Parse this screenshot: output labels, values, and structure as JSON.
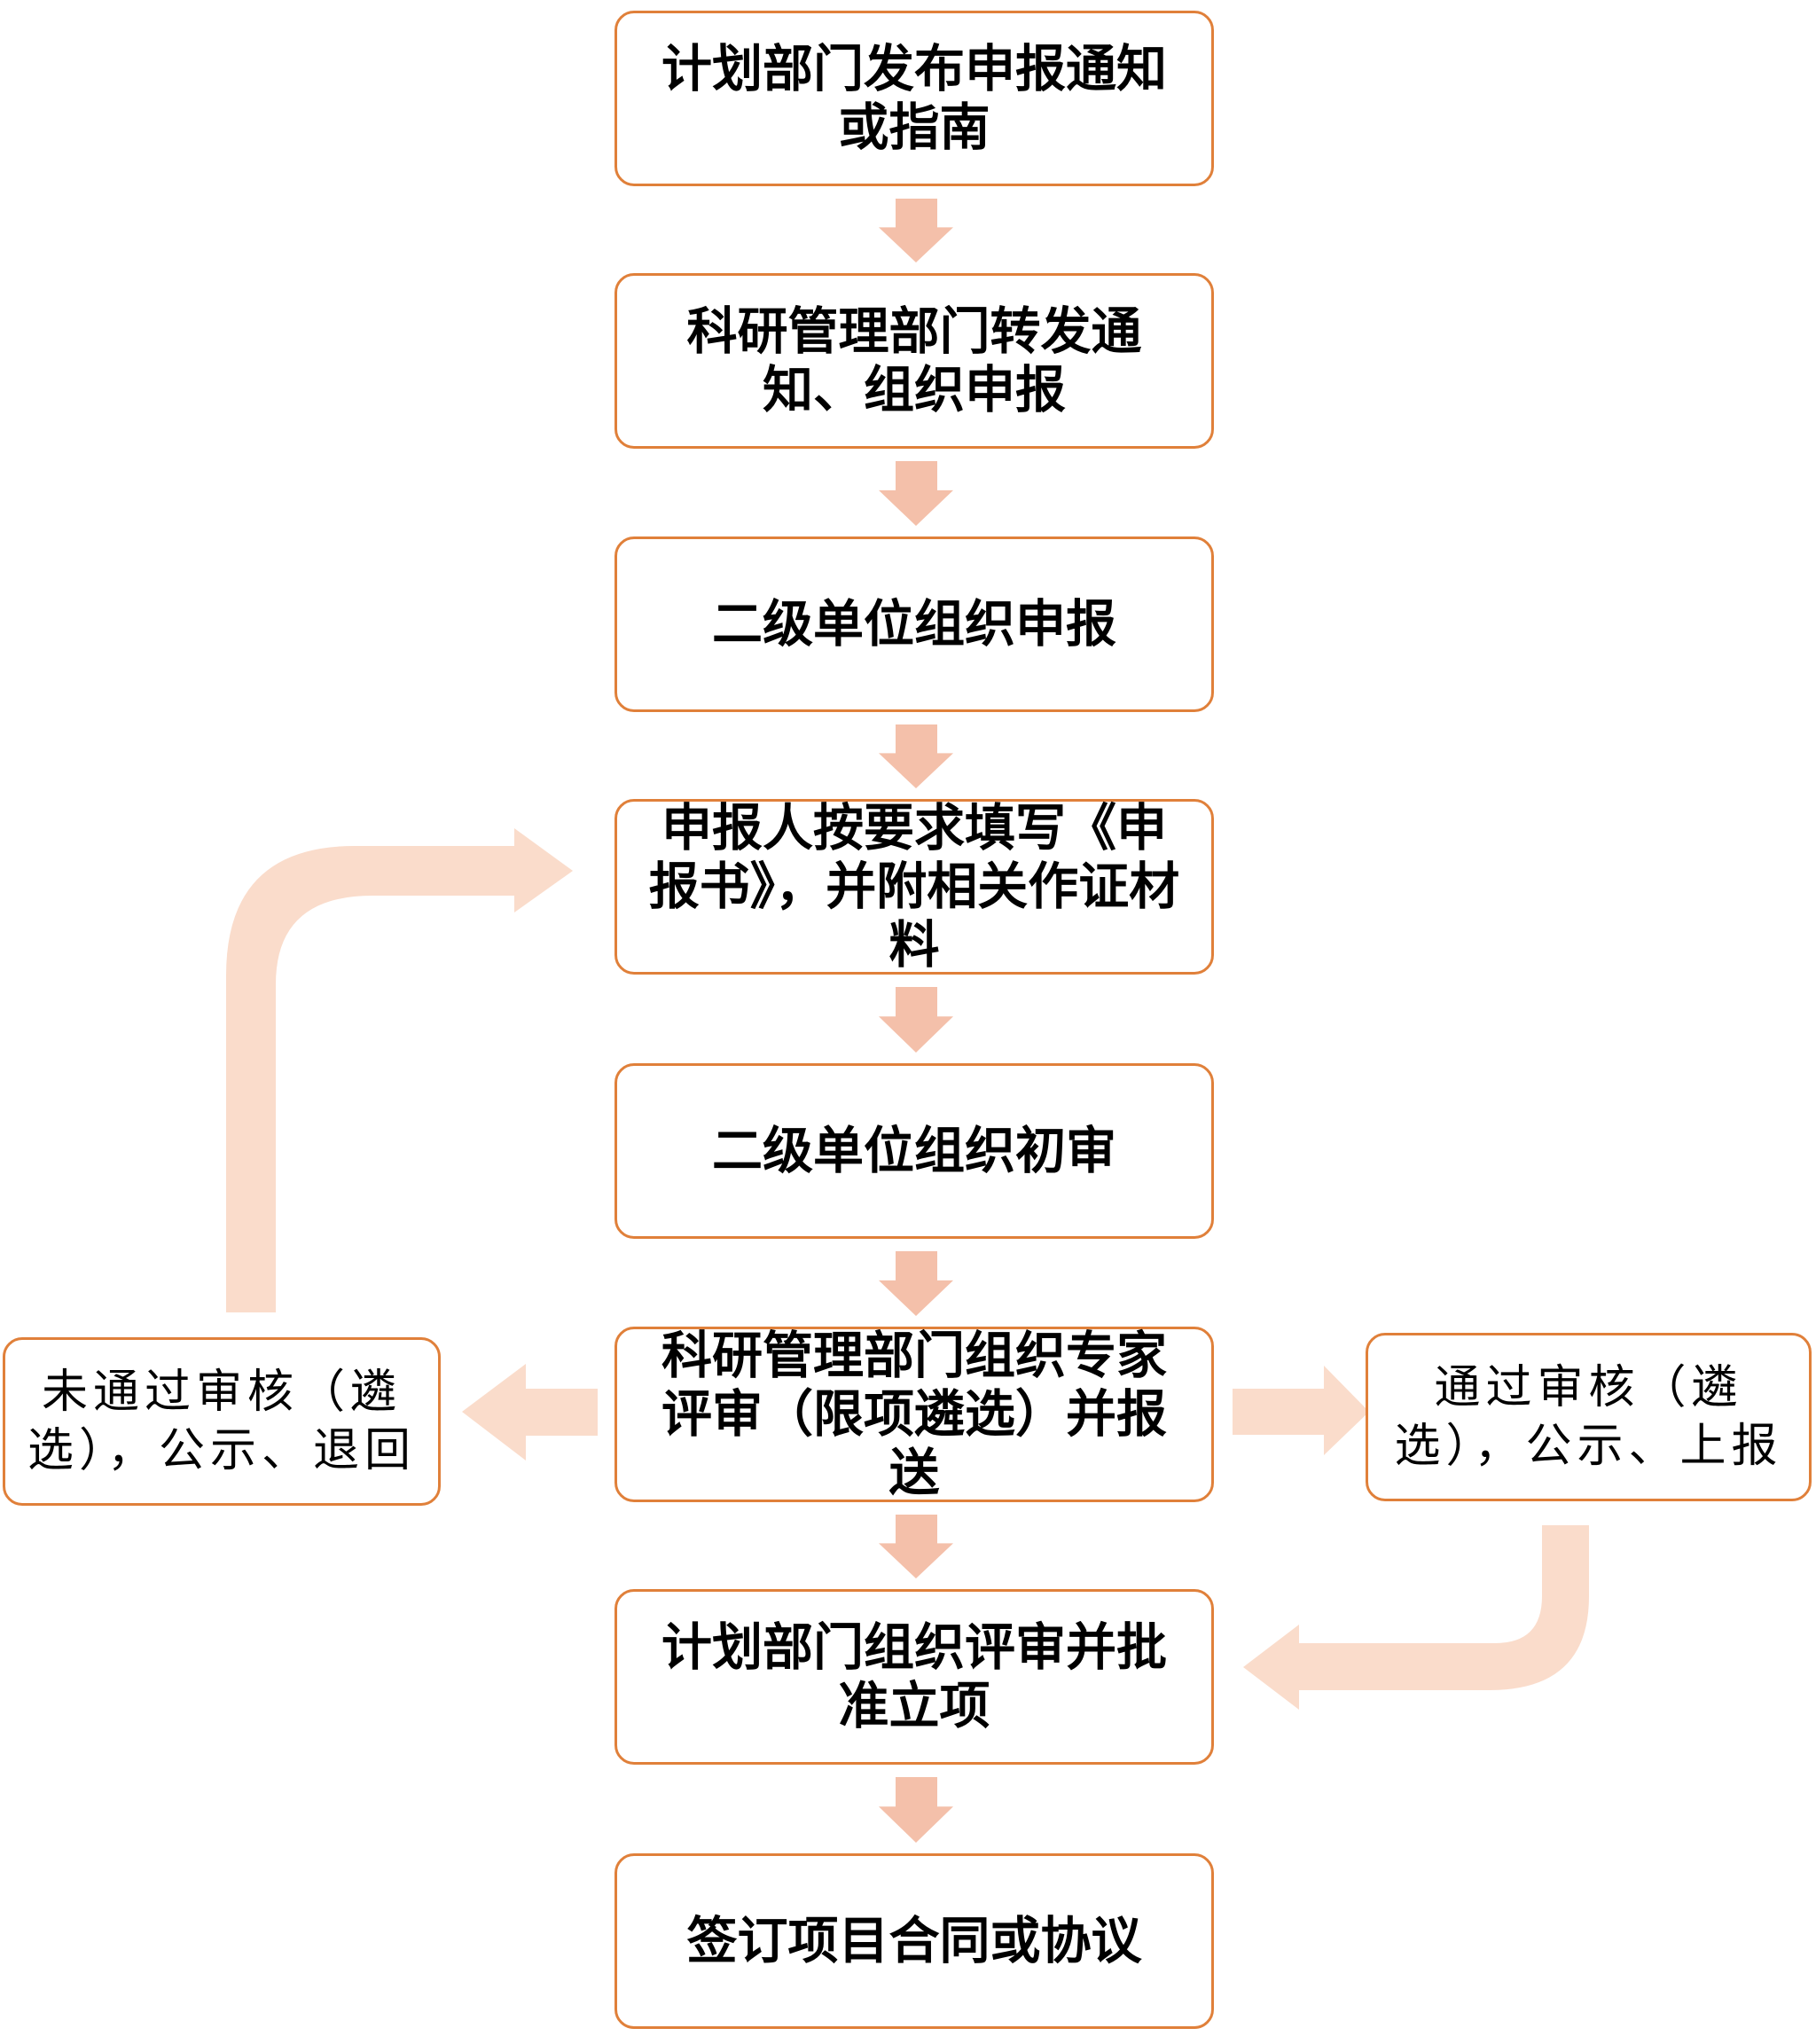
{
  "title": "科研项目申报流程",
  "colors": {
    "box_border": "#E0803A",
    "down_arrow": "#F4C0AA",
    "side_arrow": "#FADCCB"
  },
  "steps": [
    {
      "label": "计划部门发布申报通知或指南"
    },
    {
      "label": "科研管理部门转发通知、组织申报"
    },
    {
      "label": "二级单位组织申报"
    },
    {
      "label": "申报人按要求填写《申报书》，并附相关作证材料"
    },
    {
      "label": "二级单位组织初审"
    },
    {
      "label": "科研管理部门组织专家评审（限项遴选）并报送"
    },
    {
      "label": "计划部门组织评审并批准立项"
    },
    {
      "label": "签订项目合同或协议"
    }
  ],
  "branches": {
    "rejected": {
      "label": "未通过审核（遴选），公示、退回"
    },
    "approved": {
      "label": "通过审核（遴选），公示、上报"
    }
  }
}
